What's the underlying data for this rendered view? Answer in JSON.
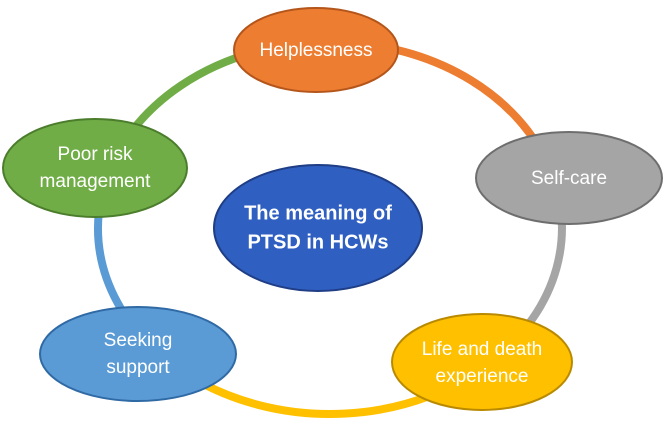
{
  "diagram": {
    "center": {
      "lines": [
        "The meaning of",
        "PTSD in HCWs"
      ],
      "color": "#2f5fc1",
      "stroke": "#1f3e85"
    },
    "nodes": [
      {
        "id": "helplessness",
        "lines": [
          "Helplessness"
        ],
        "color": "#ed7d31",
        "stroke": "#b4561b"
      },
      {
        "id": "self-care",
        "lines": [
          "Self-care"
        ],
        "color": "#a5a5a5",
        "stroke": "#6e6e6e"
      },
      {
        "id": "life-death",
        "lines": [
          "Life and death",
          "experience"
        ],
        "color": "#ffc000",
        "stroke": "#b98a00"
      },
      {
        "id": "seeking-support",
        "lines": [
          "Seeking",
          "support"
        ],
        "color": "#5b9bd5",
        "stroke": "#2f6aa5"
      },
      {
        "id": "poor-risk",
        "lines": [
          "Poor risk",
          "management"
        ],
        "color": "#70ad47",
        "stroke": "#4b7d2c"
      }
    ]
  }
}
